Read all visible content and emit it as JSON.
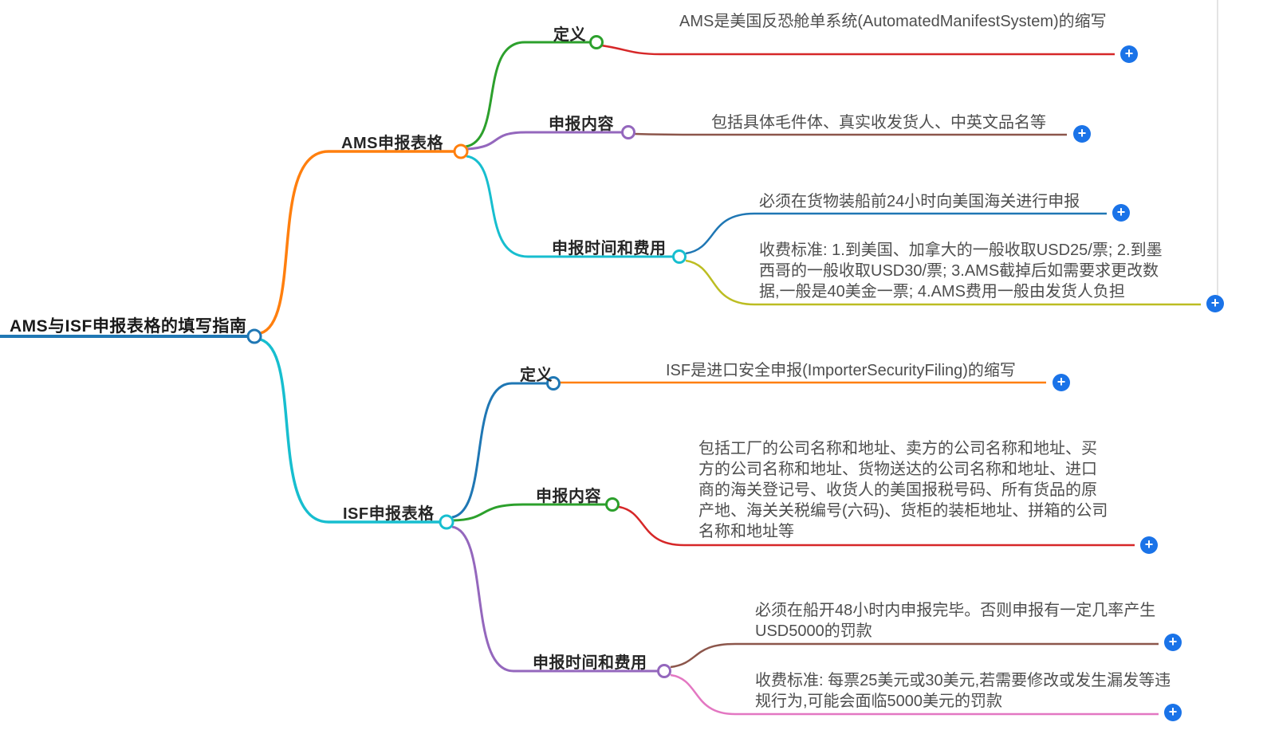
{
  "icons": {
    "expand": "+"
  },
  "palette": {
    "blue": "#1f77b4",
    "orange": "#ff7f0e",
    "green": "#2ca02c",
    "red": "#d62728",
    "purple": "#9467bd",
    "brown": "#8c564b",
    "pink": "#e377c2",
    "olive": "#bcbd22",
    "cyan": "#17becf",
    "expand_button": "#1a73e8"
  },
  "root": {
    "label": "AMS与ISF申报表格的填写指南",
    "color": "#1f77b4"
  },
  "ams": {
    "label": "AMS申报表格",
    "color": "#ff7f0e",
    "definition": {
      "label": "定义",
      "color": "#2ca02c",
      "leaf": {
        "text": "AMS是美国反恐舱单系统(AutomatedManifestSystem)的缩写",
        "color": "#d62728"
      }
    },
    "content": {
      "label": "申报内容",
      "color": "#9467bd",
      "leaf": {
        "text": "包括具体毛件体、真实收发货人、中英文品名等",
        "color": "#8c564b"
      }
    },
    "time_fee": {
      "label": "申报时间和费用",
      "color": "#17becf",
      "leaf1": {
        "text": "必须在货物装船前24小时向美国海关进行申报",
        "color": "#1f77b4"
      },
      "leaf2": {
        "text": "收费标准: 1.到美国、加拿大的一般收取USD25/票; 2.到墨西哥的一般收取USD30/票; 3.AMS截掉后如需要求更改数据,一般是40美金一票; 4.AMS费用一般由发货人负担",
        "color": "#bcbd22"
      }
    }
  },
  "isf": {
    "label": "ISF申报表格",
    "color": "#17becf",
    "definition": {
      "label": "定义",
      "color": "#1f77b4",
      "leaf": {
        "text": "ISF是进口安全申报(ImporterSecurityFiling)的缩写",
        "color": "#ff7f0e"
      }
    },
    "content": {
      "label": "申报内容",
      "color": "#2ca02c",
      "leaf": {
        "text": "包括工厂的公司名称和地址、卖方的公司名称和地址、买方的公司名称和地址、货物送达的公司名称和地址、进口商的海关登记号、收货人的美国报税号码、所有货品的原产地、海关关税编号(六码)、货柜的装柜地址、拼箱的公司名称和地址等",
        "color": "#d62728"
      }
    },
    "time_fee": {
      "label": "申报时间和费用",
      "color": "#9467bd",
      "leaf1": {
        "text": "必须在船开48小时内申报完毕。否则申报有一定几率产生USD5000的罚款",
        "color": "#8c564b"
      },
      "leaf2": {
        "text": "收费标准: 每票25美元或30美元,若需要修改或发生漏发等违规行为,可能会面临5000美元的罚款",
        "color": "#e377c2"
      }
    }
  }
}
